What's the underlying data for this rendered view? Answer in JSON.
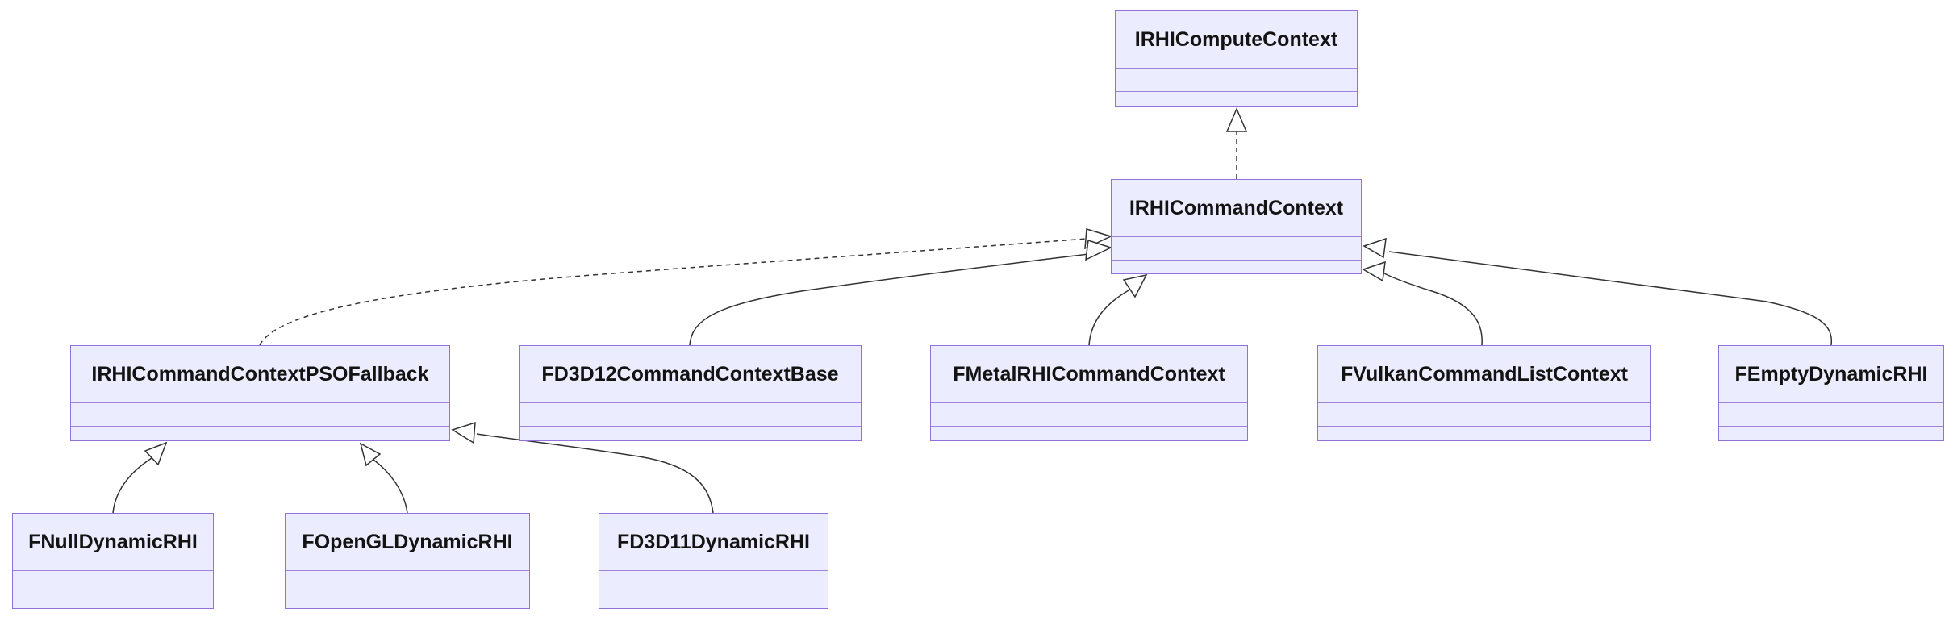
{
  "diagram": {
    "type": "uml-class-diagram",
    "classes": [
      {
        "name": "IRHIComputeContext"
      },
      {
        "name": "IRHICommandContext"
      },
      {
        "name": "IRHICommandContextPSOFallback"
      },
      {
        "name": "FD3D12CommandContextBase"
      },
      {
        "name": "FMetalRHICommandContext"
      },
      {
        "name": "FVulkanCommandListContext"
      },
      {
        "name": "FEmptyDynamicRHI"
      },
      {
        "name": "FNullDynamicRHI"
      },
      {
        "name": "FOpenGLDynamicRHI"
      },
      {
        "name": "FD3D11DynamicRHI"
      }
    ],
    "relations": [
      {
        "from": "IRHICommandContext",
        "to": "IRHIComputeContext",
        "type": "realization",
        "line": "dashed",
        "arrowhead": "hollow-triangle"
      },
      {
        "from": "IRHICommandContextPSOFallback",
        "to": "IRHICommandContext",
        "type": "realization",
        "line": "dashed",
        "arrowhead": "hollow-triangle"
      },
      {
        "from": "FD3D12CommandContextBase",
        "to": "IRHICommandContext",
        "type": "inheritance",
        "line": "solid",
        "arrowhead": "hollow-triangle"
      },
      {
        "from": "FMetalRHICommandContext",
        "to": "IRHICommandContext",
        "type": "inheritance",
        "line": "solid",
        "arrowhead": "hollow-triangle"
      },
      {
        "from": "FVulkanCommandListContext",
        "to": "IRHICommandContext",
        "type": "inheritance",
        "line": "solid",
        "arrowhead": "hollow-triangle"
      },
      {
        "from": "FEmptyDynamicRHI",
        "to": "IRHICommandContext",
        "type": "inheritance",
        "line": "solid",
        "arrowhead": "hollow-triangle"
      },
      {
        "from": "FNullDynamicRHI",
        "to": "IRHICommandContextPSOFallback",
        "type": "inheritance",
        "line": "solid",
        "arrowhead": "hollow-triangle"
      },
      {
        "from": "FOpenGLDynamicRHI",
        "to": "IRHICommandContextPSOFallback",
        "type": "inheritance",
        "line": "solid",
        "arrowhead": "hollow-triangle"
      },
      {
        "from": "FD3D11DynamicRHI",
        "to": "IRHICommandContextPSOFallback",
        "type": "inheritance",
        "line": "solid",
        "arrowhead": "hollow-triangle"
      }
    ],
    "colors": {
      "node_fill": "#ECECFF",
      "node_border": "#9370DB",
      "edge_line": "#333333",
      "text": "#131313",
      "background": "#FFFFFF"
    }
  }
}
